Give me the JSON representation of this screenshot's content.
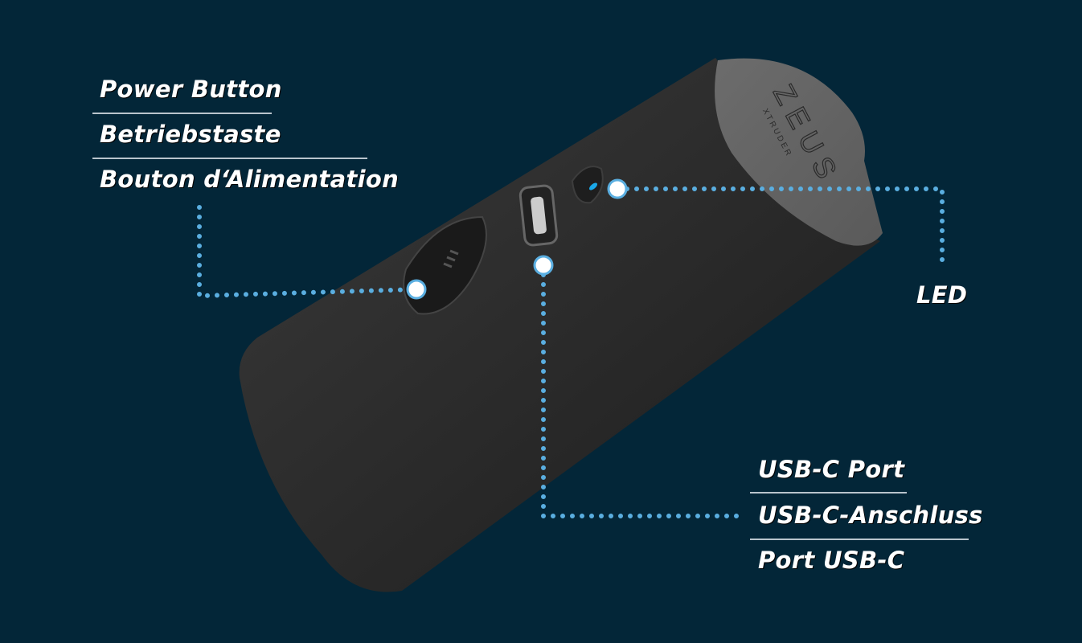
{
  "product": {
    "logo_text": "ZEUS",
    "logo_subtext": "XTRUDER"
  },
  "labels": {
    "power": [
      "Power Button",
      "Betriebstaste",
      "Bouton d‘Alimentation"
    ],
    "usb": [
      "USB-C Port",
      "USB-C-Anschluss",
      "Port USB-C"
    ],
    "led": "LED"
  },
  "colors": {
    "background": "#032638",
    "callout": "#5aaee0",
    "led": "#1aa8e8"
  }
}
